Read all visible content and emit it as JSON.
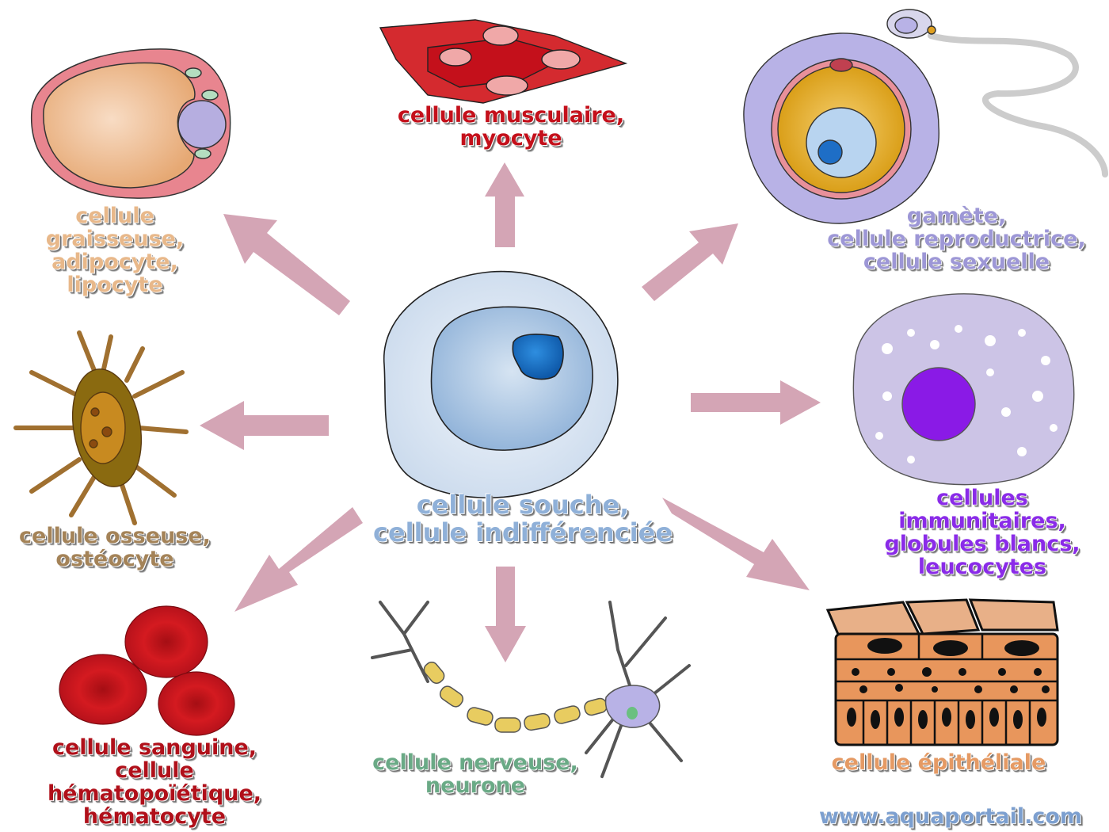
{
  "center": {
    "name": "cellule souche / cellule indifférenciée",
    "lines": [
      "cellule souche,",
      "cellule indifférenciée"
    ],
    "color": "#8fb0d8"
  },
  "cells": [
    {
      "id": "adipocyte",
      "lines": [
        "cellule",
        "graisseuse,",
        "adipocyte,",
        "lipocyte"
      ],
      "color": "#e8b88a"
    },
    {
      "id": "myocyte",
      "lines": [
        "cellule musculaire,",
        "myocyte"
      ],
      "color": "#c4101b"
    },
    {
      "id": "gamete",
      "lines": [
        "gamète,",
        "cellule reproductrice,",
        "cellule sexuelle"
      ],
      "color": "#9d97d6"
    },
    {
      "id": "osteocyte",
      "lines": [
        "cellule osseuse,",
        "ostéocyte"
      ],
      "color": "#a48358"
    },
    {
      "id": "leucocyte",
      "lines": [
        "cellules",
        "immunitaires,",
        "globules blancs,",
        "leucocytes"
      ],
      "color": "#8a2be8"
    },
    {
      "id": "hematocyte",
      "lines": [
        "cellule sanguine,",
        "cellule",
        "hématopoïétique,",
        "hématocyte"
      ],
      "color": "#b0101a"
    },
    {
      "id": "neurone",
      "lines": [
        "cellule nerveuse,",
        "neurone"
      ],
      "color": "#6aaa86"
    },
    {
      "id": "epithelial",
      "lines": [
        "cellule épithéliale"
      ],
      "color": "#e59a64"
    }
  ],
  "arrow_color": "#d4a5b5",
  "watermark": "www.aquaportail.com",
  "watermark_color": "#7c9fcf"
}
